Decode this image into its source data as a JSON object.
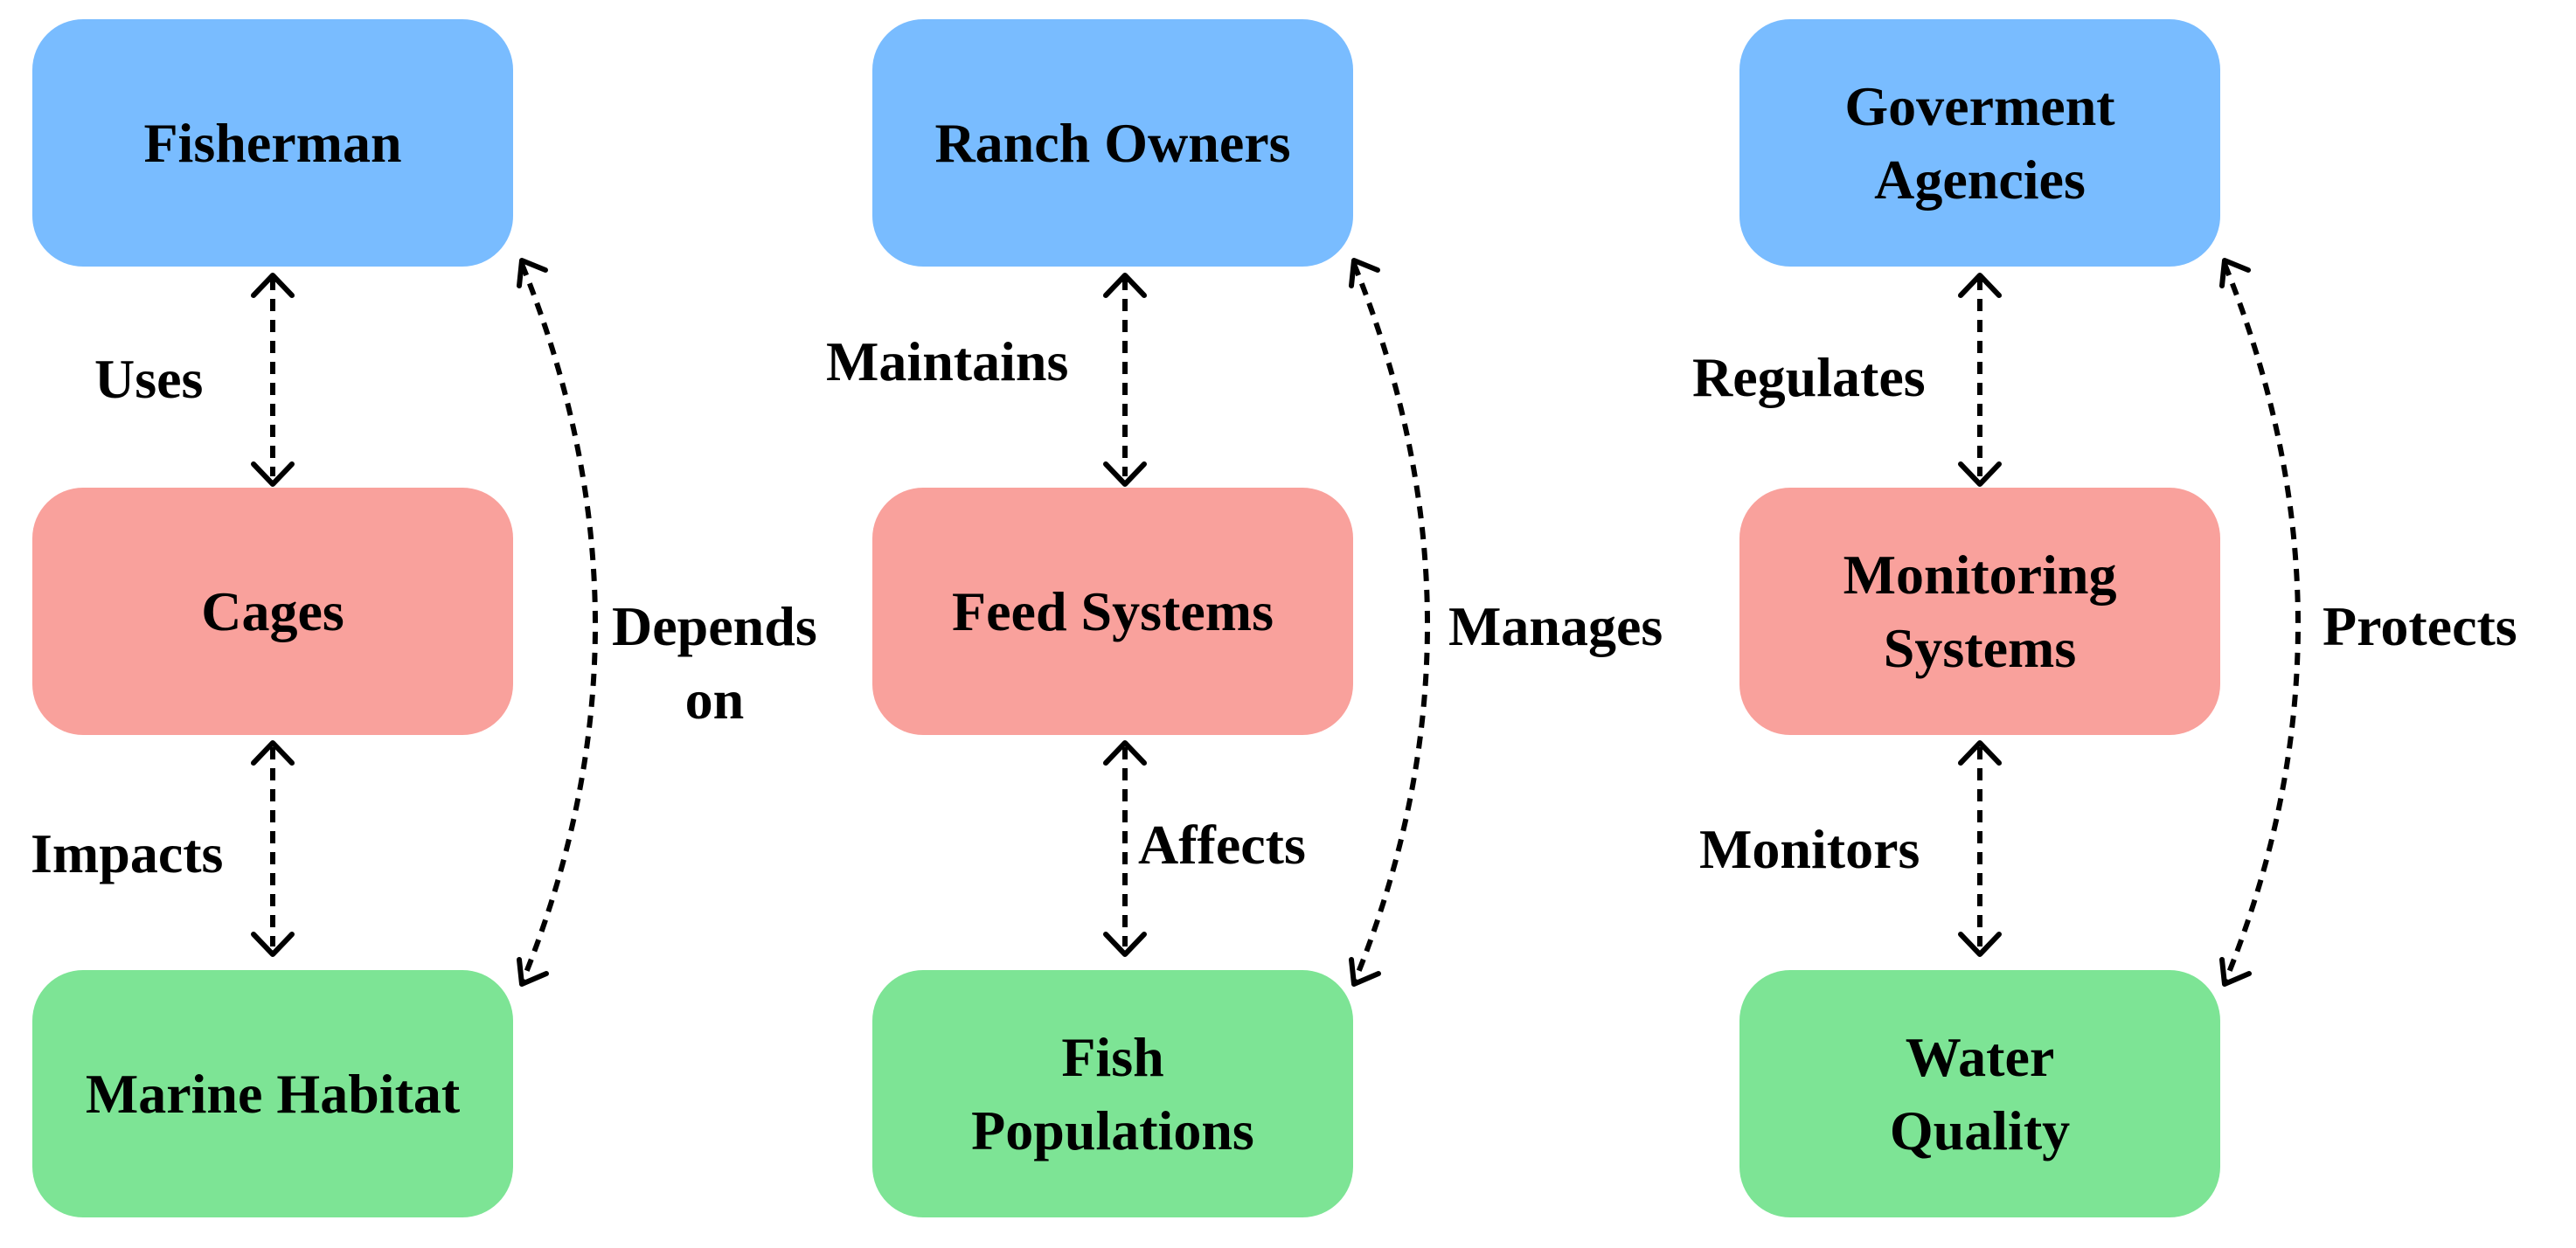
{
  "colors": {
    "stakeholder": "#79bcff",
    "infrastructure": "#f9a19c",
    "environment": "#7de495",
    "edge": "#000000"
  },
  "columns": [
    {
      "top": "Fisherman",
      "middle": "Cages",
      "bottom": "Marine Habitat",
      "edge_top_mid": "Uses",
      "edge_mid_bot": "Impacts",
      "edge_top_bot": "Depends\non"
    },
    {
      "top": "Ranch Owners",
      "middle": "Feed Systems",
      "bottom": "Fish\nPopulations",
      "edge_top_mid": "Maintains",
      "edge_mid_bot": "Affects",
      "edge_top_bot": "Manages"
    },
    {
      "top": "Goverment\nAgencies",
      "middle": "Monitoring\nSystems",
      "bottom": "Water\nQuality",
      "edge_top_mid": "Regulates",
      "edge_mid_bot": "Monitors",
      "edge_top_bot": "Protects"
    }
  ]
}
